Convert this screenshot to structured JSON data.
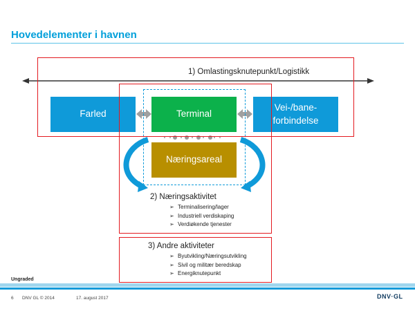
{
  "title": "Hovedelementer i havnen",
  "boxes": {
    "farled": "Farled",
    "terminal": "Terminal",
    "vei_line1": "Vei-/bane-",
    "vei_line2": "forbindelse",
    "naeringsareal": "Næringsareal"
  },
  "section1": {
    "title": "1) Omlastingsknutepunkt/Logistikk"
  },
  "section2": {
    "title": "2) Næringsaktivitet",
    "items": [
      "Terminalisering/lager",
      "Industriell verdiskaping",
      "Verdiøkende tjenester"
    ]
  },
  "section3": {
    "title": "3) Andre aktiviteter",
    "items": [
      "Byutvikling/Næringsutvikling",
      "Sivil og militær beredskap",
      "Energiknutepunkt"
    ]
  },
  "classification": "Ungraded",
  "footer": {
    "page": "6",
    "copyright": "DNV GL © 2014",
    "date": "17. august 2017",
    "logo": "DNV·GL"
  },
  "bullet_marker": "➢",
  "colors": {
    "blue": "#0f9ad9",
    "green": "#0cb14b",
    "gold": "#b88f00",
    "red_outline": "#e3191f",
    "title": "#009fda"
  },
  "icons": [
    "double-arrow-icon",
    "gray-double-arrow-icon",
    "curved-arrow-icon"
  ]
}
